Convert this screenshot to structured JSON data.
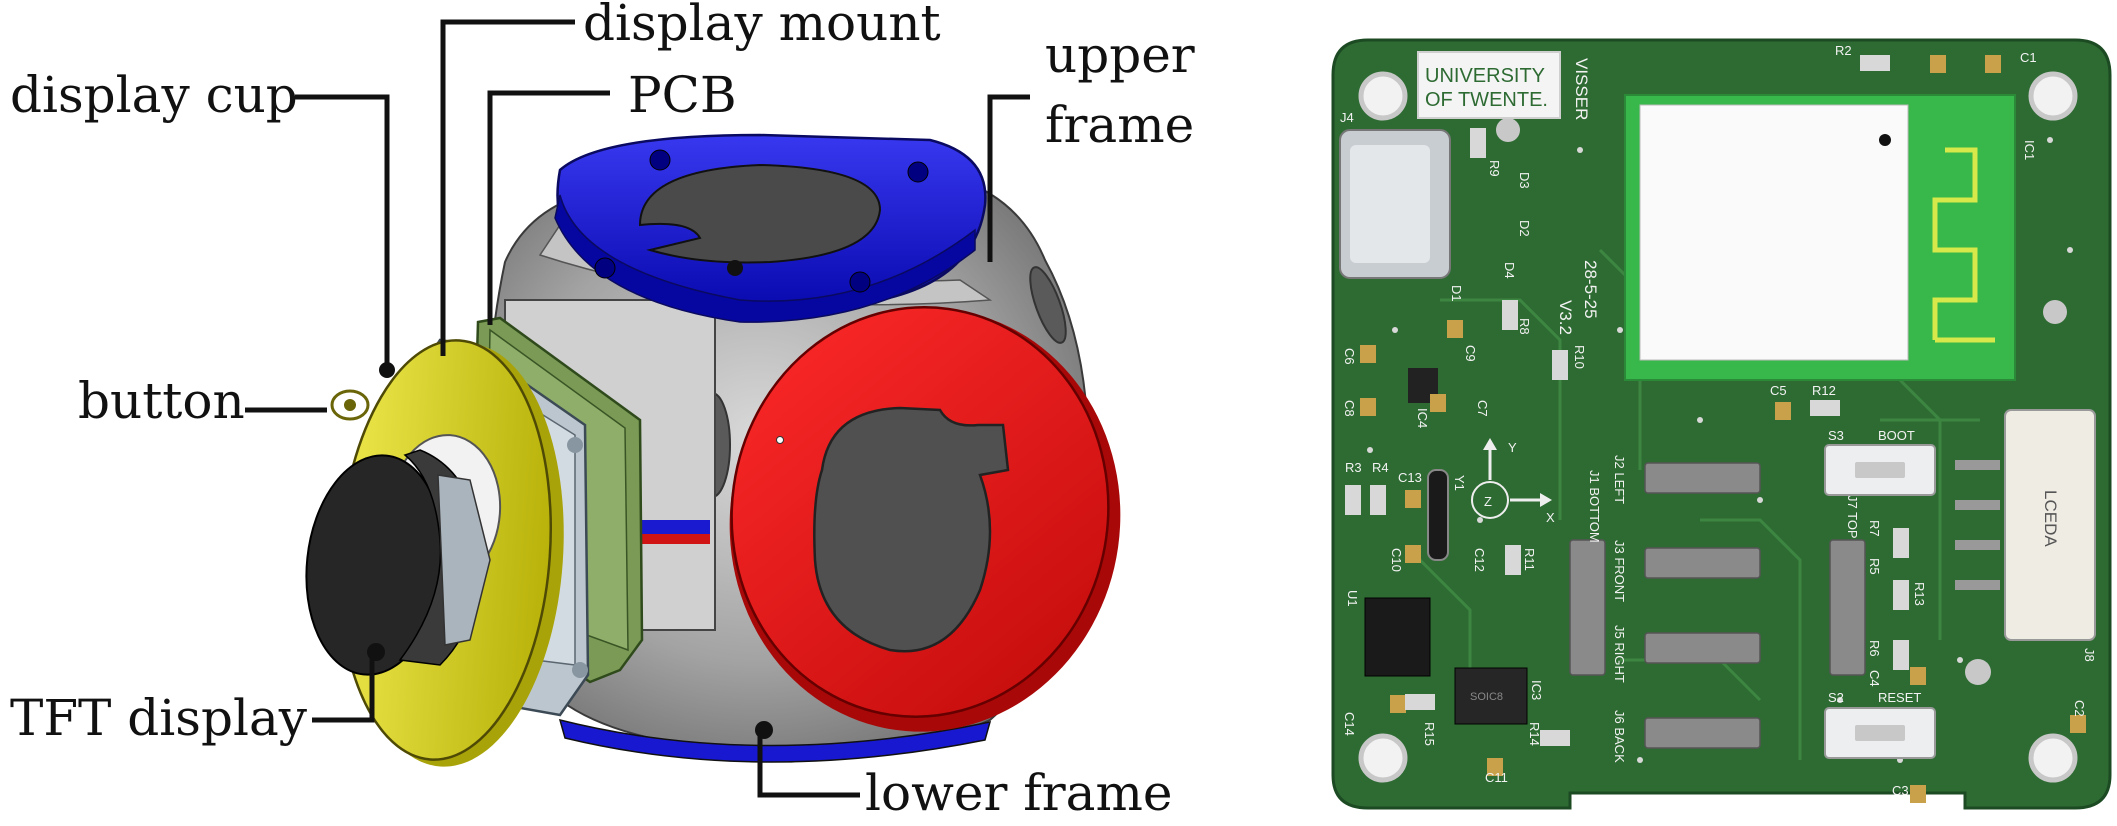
{
  "labels": {
    "display_mount": "display mount",
    "display_cup": "display cup",
    "pcb": "PCB",
    "upper_frame_1": "upper",
    "upper_frame_2": "frame",
    "button": "button",
    "tft_display": "TFT display",
    "lower_frame": "lower frame"
  },
  "pcb_silkscreen": {
    "logo_line1": "UNIVERSITY",
    "logo_line2": "OF TWENTE.",
    "visser": "VISSER",
    "version": "V3.2",
    "date": "28-5-25",
    "axis_y": "Y",
    "axis_x": "X",
    "axis_z": "Z",
    "lceda": "LCEDA",
    "boot": "BOOT",
    "reset": "RESET",
    "ic3_chip": "SOIC8",
    "connectors": {
      "j2": "J2 LEFT",
      "j1": "J1 BOTTOM",
      "j3": "J3 FRONT",
      "j5": "J5 RIGHT",
      "j6": "J6 BACK",
      "j7": "J7 TOP"
    },
    "refdes": {
      "r2": "R2",
      "c1": "C1",
      "j4": "J4",
      "r9": "R9",
      "d3": "D3",
      "d2": "D2",
      "d1": "D1",
      "d4": "D4",
      "r8": "R8",
      "c9": "C9",
      "c6": "C6",
      "c8": "C8",
      "ic4": "IC4",
      "c7": "C7",
      "r10": "R10",
      "ic1": "IC1",
      "c5": "C5",
      "r12": "R12",
      "s3": "S3",
      "r3": "R3",
      "r4": "R4",
      "c13": "C13",
      "y1": "Y1",
      "c10": "C10",
      "c12": "C12",
      "r11": "R11",
      "r7": "R7",
      "r5": "R5",
      "r13": "R13",
      "r6": "R6",
      "c4": "C4",
      "j8": "J8",
      "u1": "U1",
      "ic3": "IC3",
      "s2": "S2",
      "c2": "C2",
      "c14": "C14",
      "r15": "R15",
      "r14": "R14",
      "c11": "C11",
      "c3": "C3"
    }
  },
  "colors": {
    "upper_frame": "#1010d8",
    "lower_frame": "#e01010",
    "display_cup": "#d7d10f",
    "pcb_green": "#2e6b33",
    "frame_grey": "#8c8c8c"
  }
}
